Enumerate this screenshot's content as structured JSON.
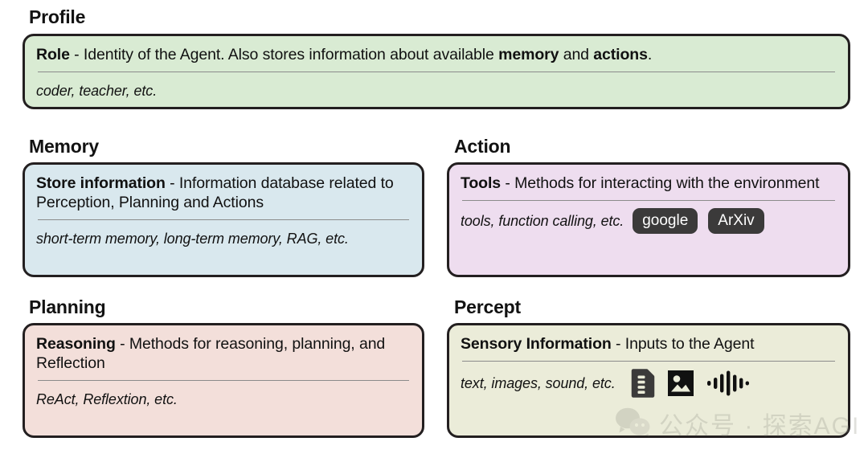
{
  "page": {
    "background": "#ffffff",
    "outline_color": "#231f20",
    "divider_color": "#8b8b8b"
  },
  "sections": [
    {
      "id": "profile",
      "heading": "Profile",
      "color": "#d9ebd3",
      "term": "Role",
      "separator": " - ",
      "description_before": "Identity of the Agent. Also stores information about available ",
      "bold_1": "memory",
      "description_mid": " and ",
      "bold_2": "actions",
      "description_after": ".",
      "examples": "coder, teacher, etc."
    },
    {
      "id": "memory",
      "heading": "Memory",
      "color": "#d9e8ee",
      "term": "Store information",
      "separator": " - ",
      "description": "Information database related to Perception, Planning and Actions",
      "examples": "short-term memory, long-term memory, RAG, etc."
    },
    {
      "id": "action",
      "heading": "Action",
      "color": "#eeddef",
      "term": "Tools",
      "separator": " - ",
      "description": "Methods for interacting with the environment",
      "examples": "tools, function calling, etc.",
      "pills": [
        {
          "label": "google",
          "bg": "#3b3a3a",
          "fg": "#ffffff"
        },
        {
          "label": "ArXiv",
          "bg": "#3b3a3a",
          "fg": "#ffffff"
        }
      ]
    },
    {
      "id": "planning",
      "heading": "Planning",
      "color": "#f3dfda",
      "term": "Reasoning",
      "separator": " - ",
      "description": "Methods for reasoning, planning, and Reflection",
      "examples": "ReAct, Reflextion, etc."
    },
    {
      "id": "percept",
      "heading": "Percept",
      "color": "#ebecd9",
      "term": "Sensory Information",
      "separator": " - ",
      "description": "Inputs to the Agent",
      "examples": "text, images, sound, etc.",
      "icons": [
        "document-text-icon",
        "image-icon",
        "audio-waveform-icon"
      ]
    }
  ],
  "watermark": {
    "logo": "wechat-logo-icon",
    "text": "公众号 · 探索AGI"
  }
}
